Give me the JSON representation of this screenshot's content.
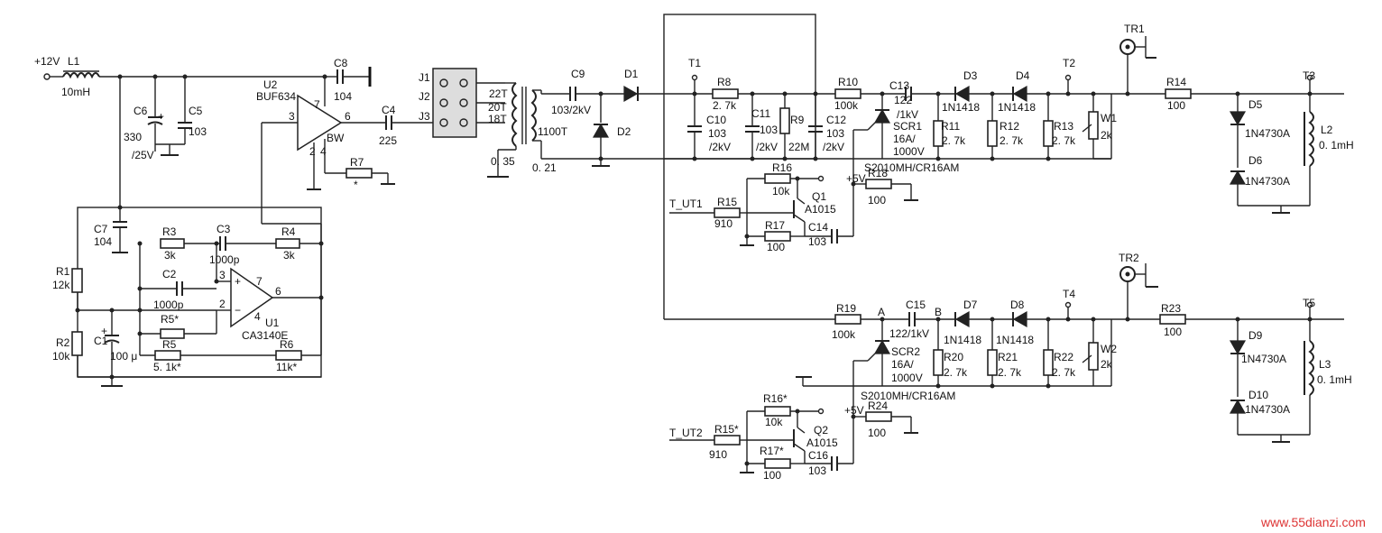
{
  "labels": {
    "vcc": "+12V",
    "L1": "L1",
    "L1v": "10mH",
    "C6": "C6",
    "C6v1": "330",
    "C6v2": "/25V",
    "C5": "C5",
    "C5v": "103",
    "U2": "U2",
    "U2v": "BUF634",
    "bw": "BW",
    "C8": "C8",
    "C8v": "104",
    "C4": "C4",
    "C4v": "225",
    "R7": "R7",
    "R7v": "*",
    "J1": "J1",
    "J2": "J2",
    "J3": "J3",
    "t22": "22T",
    "t20": "20T",
    "t18": "18T",
    "t1100": "1100T",
    "w035": "0. 35",
    "w021": "0. 21",
    "C9": "C9",
    "C9v": "103/2kV",
    "D1": "D1",
    "D2": "D2",
    "T1": "T1",
    "R8": "R8",
    "R8v": "2. 7k",
    "C10": "C10",
    "C10v1": "103",
    "C10v2": "/2kV",
    "C11": "C11",
    "C11v1": "103",
    "C11v2": "/2kV",
    "R9": "R9",
    "R9v": "22M",
    "C12": "C12",
    "C12v1": "103",
    "C12v2": "/2kV",
    "R10": "R10",
    "R10v": "100k",
    "C13": "C13",
    "C13v1": "122",
    "C13v2": "/1kV",
    "SCR1": "SCR1",
    "SCR1v1": "16A/",
    "SCR1v2": "1000V",
    "SCR1p": "S2010MH/CR16AM",
    "D3": "D3",
    "D3v": "1N1418",
    "D4": "D4",
    "D4v": "1N1418",
    "T2": "T2",
    "R11": "R11",
    "R11v": "2. 7k",
    "R12": "R12",
    "R12v": "2. 7k",
    "R13": "R13",
    "R13v": "2. 7k",
    "W1": "W1",
    "W1v": "2k",
    "TR1": "TR1",
    "R14": "R14",
    "R14v": "100",
    "T3": "T3",
    "D5": "D5",
    "D5v": "1N4730A",
    "D6": "D6",
    "D6v": "1N4730A",
    "L2": "L2",
    "L2v": "0. 1mH",
    "vplus1": "+5V",
    "R16": "R16",
    "R16v": "10k",
    "Q1": "Q1",
    "Q1v": "A1015",
    "R18": "R18",
    "R18v": "100",
    "tut1": "T_UT1",
    "R15": "R15",
    "R15v": "910",
    "R17": "R17",
    "R17v": "100",
    "C14": "C14",
    "C14v": "103",
    "C7": "C7",
    "C7v": "104",
    "R3": "R3",
    "R3v": "3k",
    "C3": "C3",
    "C3v": "1000p",
    "R4": "R4",
    "R4v": "3k",
    "R1": "R1",
    "R1v": "12k",
    "C2": "C2",
    "C2v": "1000p",
    "R5s": "R5*",
    "U1": "U1",
    "U1v": "CA3140E",
    "R2": "R2",
    "R2v": "10k",
    "C1": "C1",
    "C1v": "100 μ",
    "R5": "R5",
    "R5v": "5. 1k*",
    "R6": "R6",
    "R6v": "11k*",
    "p3": "3",
    "p2": "2",
    "p4": "4",
    "p6": "6",
    "p7": "7",
    "u2p3": "3",
    "u2p7": "7",
    "u2p6": "6",
    "u2p2": "2",
    "u2p4": "4",
    "TR2": "TR2",
    "T4": "T4",
    "R19": "R19",
    "R19v": "100k",
    "nA": "A",
    "nB": "B",
    "C15": "C15",
    "C15v": "122/1kV",
    "D7": "D7",
    "D7v": "1N1418",
    "D8": "D8",
    "D8v": "1N1418",
    "R23": "R23",
    "R23v": "100",
    "T5": "T5",
    "SCR2": "SCR2",
    "SCR2v1": "16A/",
    "SCR2v2": "1000V",
    "SCR2p": "S2010MH/CR16AM",
    "R20": "R20",
    "R20v": "2. 7k",
    "R21": "R21",
    "R21v": "2. 7k",
    "R22": "R22",
    "R22v": "2. 7k",
    "W2": "W2",
    "W2v": "2k",
    "D9": "D9",
    "D9v": "1N4730A",
    "D10": "D10",
    "D10v": "1N4730A",
    "L3": "L3",
    "L3v": "0. 1mH",
    "R16s": "R16*",
    "R16sv": "10k",
    "vplus2": "+5V",
    "R24": "R24",
    "R24v": "100",
    "Q2": "Q2",
    "Q2v": "A1015",
    "tut2": "T_UT2",
    "R15s": "R15*",
    "R15sv": "910",
    "R17s": "R17*",
    "R17sv": "100",
    "C16": "C16",
    "C16v": "103",
    "watermark": "www.55dianzi.com"
  }
}
